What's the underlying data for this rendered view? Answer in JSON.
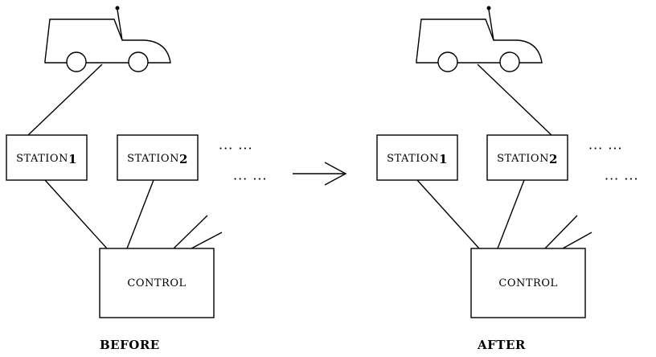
{
  "before": {
    "station1": {
      "base": "STATION",
      "sub": "1"
    },
    "station2": {
      "base": "STATION",
      "sub": "2"
    },
    "control": "CONTROL",
    "dots_upper": "··· ···",
    "dots_lower": "··· ···",
    "caption": "BEFORE"
  },
  "after": {
    "station1": {
      "base": "STATION",
      "sub": "1"
    },
    "station2": {
      "base": "STATION",
      "sub": "2"
    },
    "control": "CONTROL",
    "dots_upper": "··· ···",
    "dots_lower": "··· ···",
    "caption": "AFTER"
  },
  "icons": {
    "vehicle": "car-icon",
    "transition": "arrow-right-icon"
  }
}
